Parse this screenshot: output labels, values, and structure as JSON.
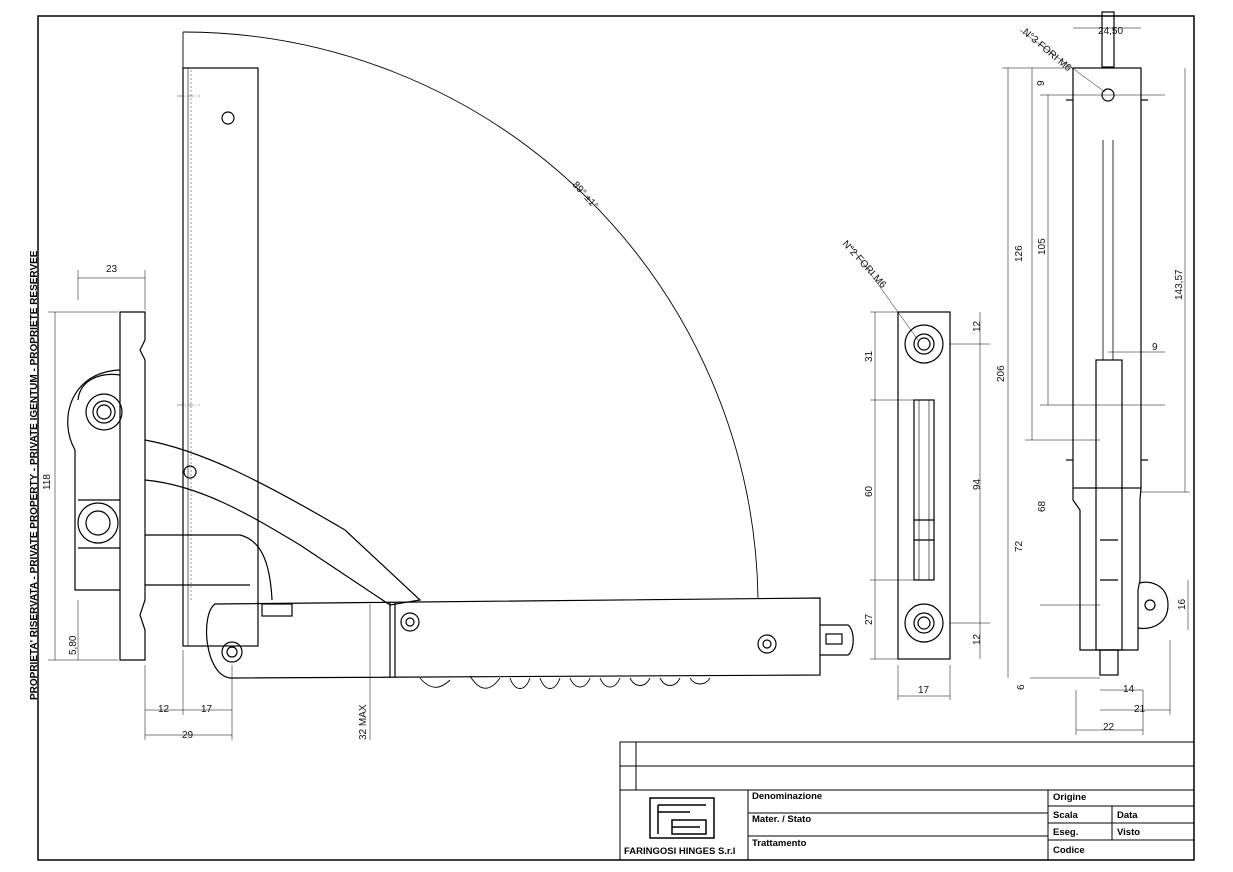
{
  "side_note": "PROPRIETA' RISERVATA - PRIVATE PROPERTY - PRIVATE IGENTUM - PROPRIETE RESERVEE",
  "angle": "89° ±1°",
  "holes_label_side": "N°2 FORI M6",
  "holes_label_top": "N°3 FORI M6",
  "left_view": {
    "d23": "23",
    "d118": "118",
    "d580": "5,80",
    "d12": "12",
    "d17": "17",
    "d29": "29",
    "d32": "32 MAX"
  },
  "plate_view": {
    "d31": "31",
    "d60": "60",
    "d27": "27",
    "d12a": "12",
    "d94": "94",
    "d12b": "12",
    "d17": "17"
  },
  "right_view": {
    "d2450": "24,50",
    "d9a": "9",
    "d126": "126",
    "d105": "105",
    "d14357": "143,57",
    "d9b": "9",
    "d206": "206",
    "d68": "68",
    "d72": "72",
    "d16": "16",
    "d6": "6",
    "d14": "14",
    "d21": "21",
    "d22": "22"
  },
  "title_block": {
    "company": "FARINGOSI HINGES S.r.l",
    "denominazione": "Denominazione",
    "mater": "Mater. / Stato",
    "trattamento": "Trattamento",
    "origine": "Origine",
    "scala": "Scala",
    "data": "Data",
    "eseg": "Eseg.",
    "visto": "Visto",
    "codice": "Codice"
  }
}
